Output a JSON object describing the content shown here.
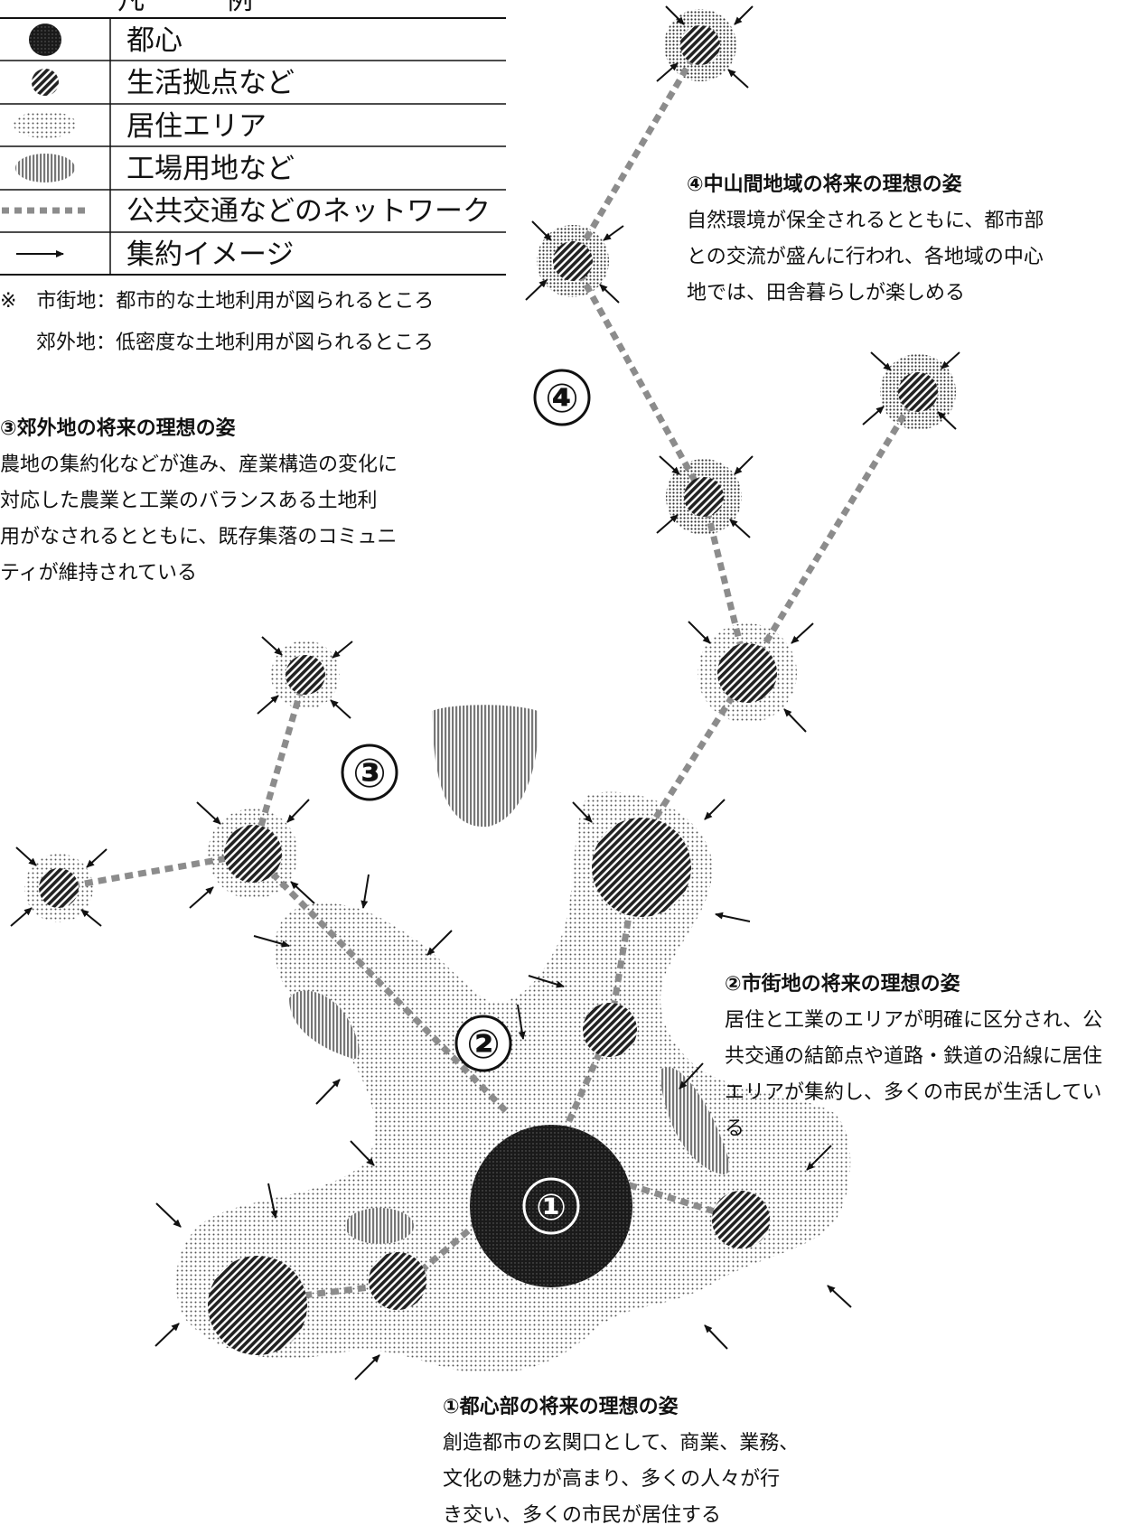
{
  "legend": {
    "title": "凡　　　例",
    "items": [
      {
        "symbol": "dark-circle-icon",
        "label": "都心"
      },
      {
        "symbol": "hatched-circle-icon",
        "label": "生活拠点など"
      },
      {
        "symbol": "dotted-ellipse-icon",
        "label": "居住エリア"
      },
      {
        "symbol": "vertical-hatch-ellipse-icon",
        "label": "工場用地など"
      },
      {
        "symbol": "dashed-line-icon",
        "label": "公共交通などのネットワーク"
      },
      {
        "symbol": "arrow-icon",
        "label": "集約イメージ"
      }
    ]
  },
  "notes": {
    "line1": "※　市街地：都市的な土地利用が図られるところ",
    "line2": "郊外地：低密度な土地利用が図られるところ"
  },
  "markers": {
    "m1": "①",
    "m2": "②",
    "m3": "③",
    "m4": "④"
  },
  "sections": {
    "s1": {
      "title": "①都心部の将来の理想の姿",
      "body": "創造都市の玄関口として、商業、業務、\n文化の魅力が高まり、多くの人々が行\nき交い、多くの市民が居住する"
    },
    "s2": {
      "title": "②市街地の将来の理想の姿",
      "body": "居住と工業のエリアが明確に区分され、公\n共交通の結節点や道路・鉄道の沿線に居住\nエリアが集約し、多くの市民が生活してい\nる"
    },
    "s3": {
      "title": "③郊外地の将来の理想の姿",
      "body": "農地の集約化などが進み、産業構造の変化に\n対応した農業と工業のバランスある土地利\n用がなされるとともに、既存集落のコミュニ\nティが維持されている"
    },
    "s4": {
      "title": "④中山間地域の将来の理想の姿",
      "body": "自然環境が保全されるとともに、都市部\nとの交流が盛んに行われ、各地域の中心\n地では、田舎暮らしが楽しめる"
    }
  },
  "colors": {
    "downtown": "#2a2a2a",
    "hub": "#3a3a3a",
    "residential": "#d9d9d9",
    "industrial": "#9a9a9a",
    "network": "#8c8c8c",
    "arrow": "#111111"
  }
}
